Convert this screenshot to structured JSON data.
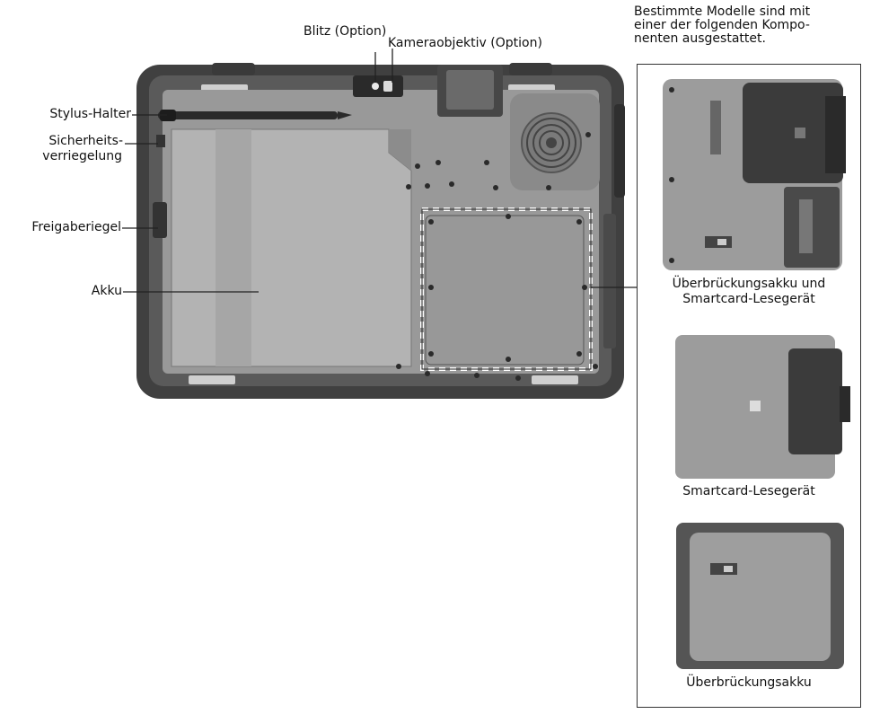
{
  "labels": {
    "flash": "Blitz (Option)",
    "camera_lens": "Kameraobjektiv (Option)",
    "stylus_holder": "Stylus-Halter",
    "security_lock_1": "Sicherheits-",
    "security_lock_2": "verriegelung",
    "release_latch": "Freigaberiegel",
    "battery": "Akku"
  },
  "note": {
    "line1": "Bestimmte Modelle sind mit",
    "line2": "einer der folgenden Kompo-",
    "line3": "nenten ausgestattet."
  },
  "options": {
    "opt1_line1": "Überbrückungsakku und",
    "opt1_line2": "Smartcard-Lesegerät",
    "opt2": "Smartcard-Lesegerät",
    "opt3": "Überbrückungsakku"
  },
  "colors": {
    "frame": "#3f3f3f",
    "panel": "#a5a5a5",
    "battery": "#b4b4b4",
    "dark": "#2c2c2c"
  }
}
